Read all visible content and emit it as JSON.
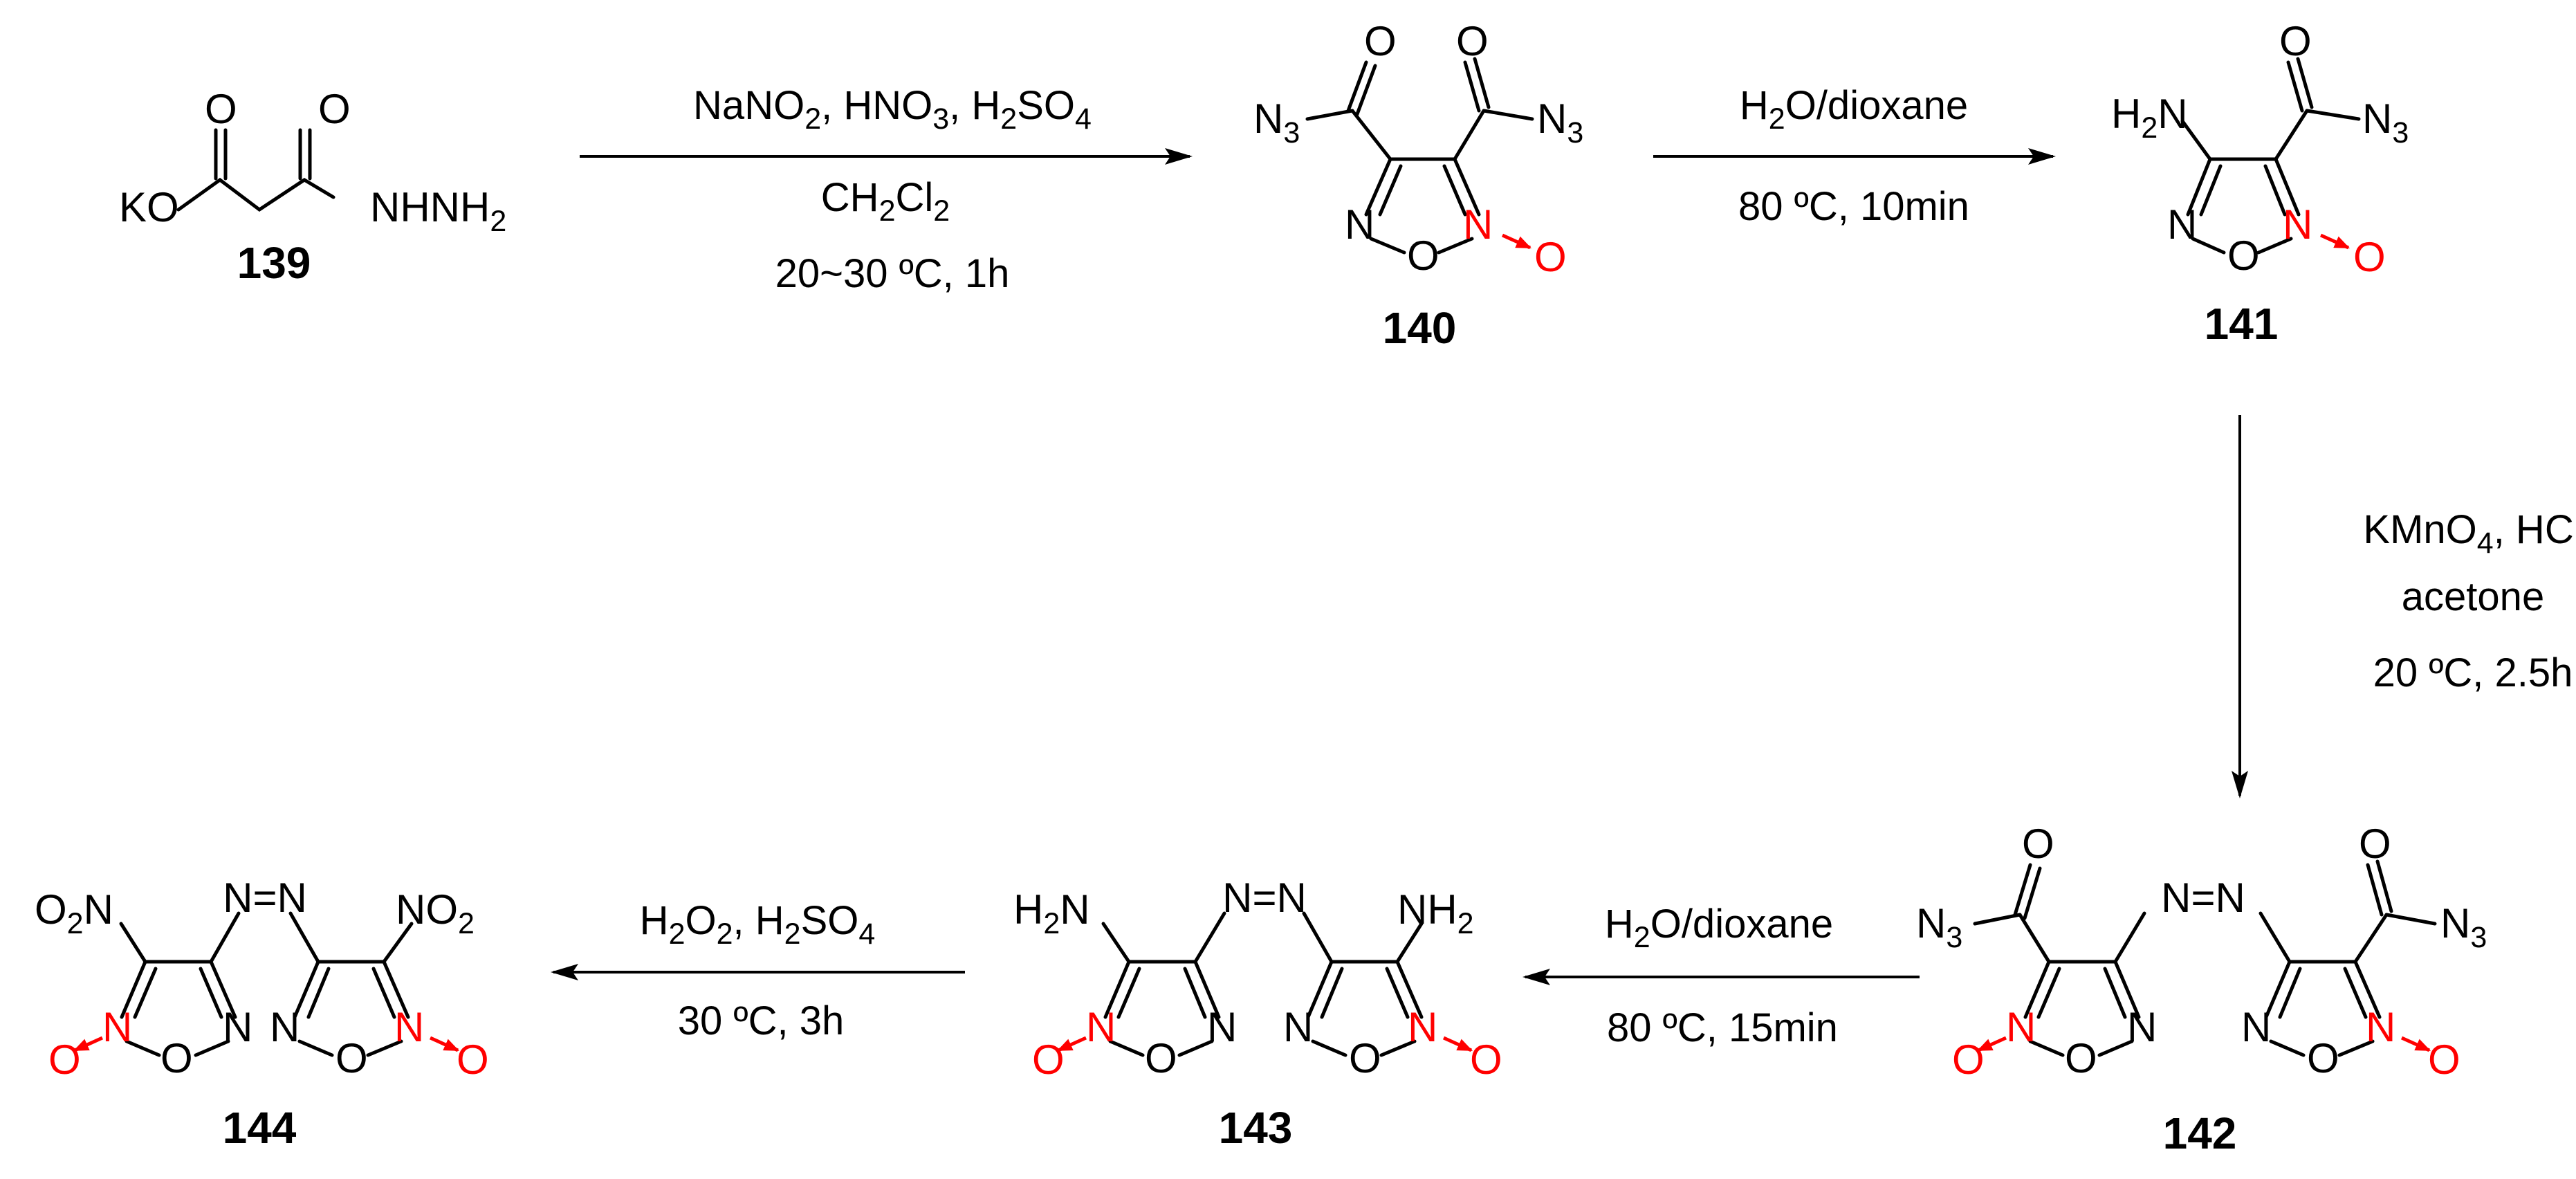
{
  "compounds": {
    "c139": "139",
    "c140": "140",
    "c141": "141",
    "c142": "142",
    "c143": "143",
    "c144": "144"
  },
  "atoms": {
    "O": "O",
    "KO": "KO",
    "NHNH": "NHNH",
    "N3": "N",
    "three": "3",
    "H2N_H": "H",
    "H2N_N": "N",
    "two": "2",
    "NH2": "NH",
    "O2N_O": "O",
    "NO2": "NO",
    "N": "N",
    "NN": "N=N",
    "Ored": "O",
    "Nred": "N",
    "Oring": "O"
  },
  "steps": {
    "s1": {
      "line1": [
        "NaNO",
        "2",
        ",   HNO",
        "3",
        ",   H",
        "2",
        "SO",
        "4"
      ],
      "line2": [
        "CH",
        "2",
        "Cl",
        "2"
      ],
      "line3": "20~30 ºC,   1h"
    },
    "s2": {
      "line1": [
        "H",
        "2",
        "O/dioxane"
      ],
      "line2": "80 ºC,   10min"
    },
    "s3": {
      "line1": [
        "KMnO",
        "4",
        ",   HCl"
      ],
      "line2": "acetone",
      "line3": "20 ºC,   2.5h"
    },
    "s4": {
      "line1": [
        "H",
        "2",
        "O/dioxane"
      ],
      "line2": "80 ºC,   15min"
    },
    "s5": {
      "line1": [
        "H",
        "2",
        "O",
        "2",
        ",   H",
        "2",
        "SO",
        "4"
      ],
      "line2": "30 ºC,   3h"
    }
  },
  "colors": {
    "highlight": "#ff0000",
    "ink": "#000000"
  }
}
